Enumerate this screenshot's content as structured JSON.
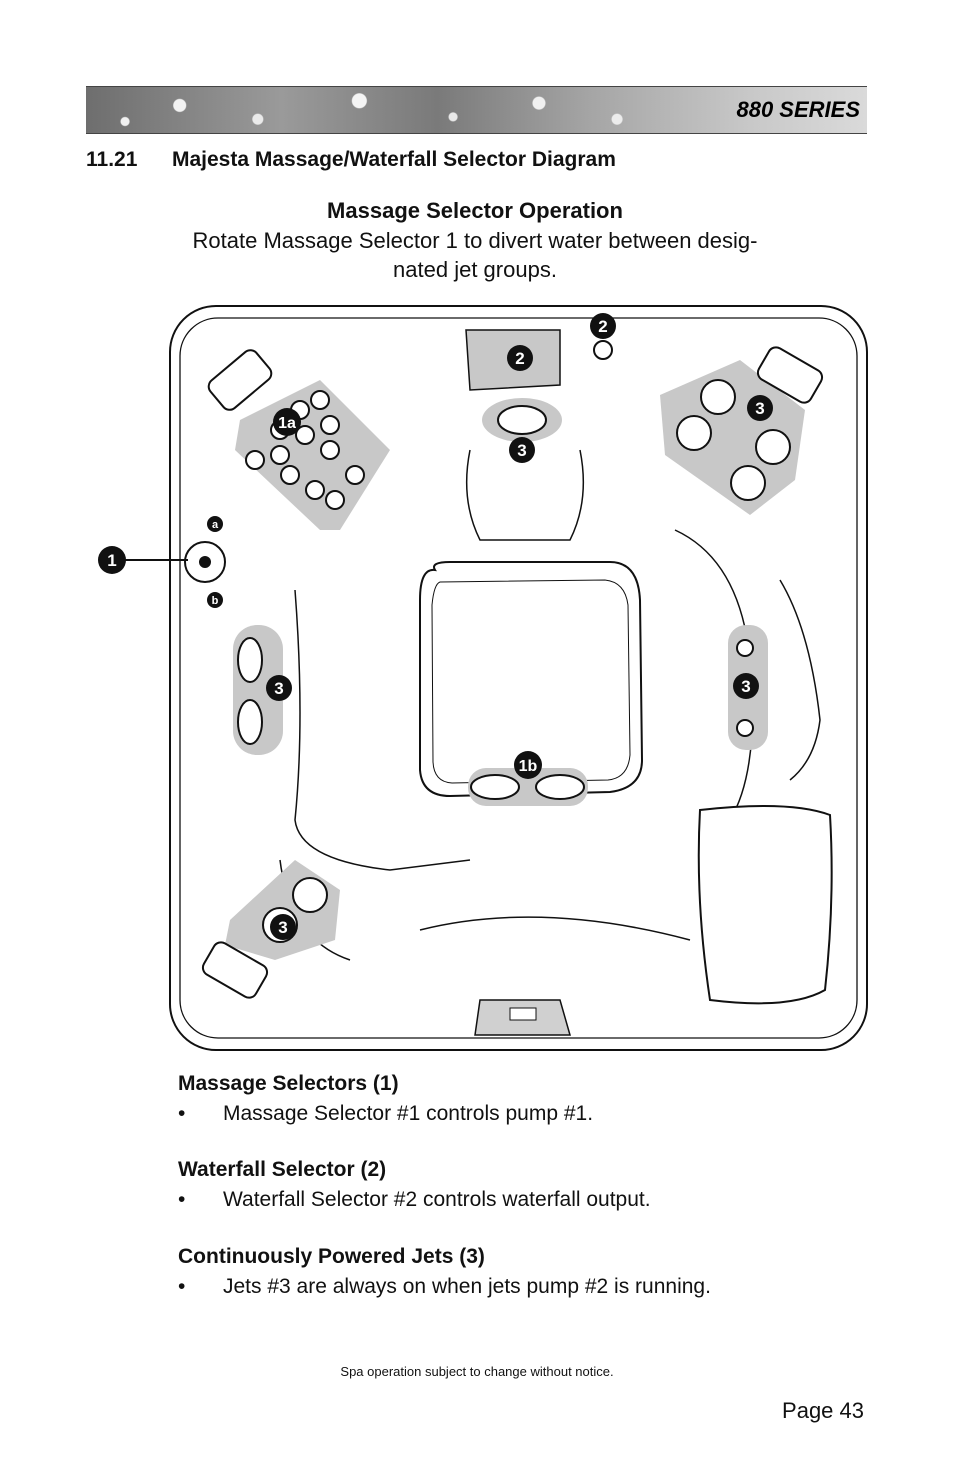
{
  "header": {
    "series": "880 SERIES"
  },
  "section": {
    "number": "11.21",
    "title": "Majesta Massage/Waterfall Selector Diagram"
  },
  "operation": {
    "title": "Massage Selector Operation",
    "line1": "Rotate Massage Selector 1 to divert water between desig-",
    "line2": "nated jet groups."
  },
  "diagram": {
    "callouts": {
      "selector": "1",
      "pos_a": "a",
      "pos_b": "b",
      "group_1a": "1a",
      "group_1b": "1b",
      "waterfall_top": "2",
      "waterfall_head": "2",
      "jets_3": "3"
    }
  },
  "legend": [
    {
      "heading": "Massage Selectors (1)",
      "item": "Massage Selector #1 controls pump #1."
    },
    {
      "heading": "Waterfall Selector (2)",
      "item": "Waterfall Selector #2 controls waterfall output."
    },
    {
      "heading": "Continuously Powered Jets (3)",
      "item": "Jets #3 are always on when jets pump #2 is running."
    }
  ],
  "bullet": "•",
  "footer": {
    "note": "Spa operation subject to change without notice.",
    "page": "Page 43"
  }
}
